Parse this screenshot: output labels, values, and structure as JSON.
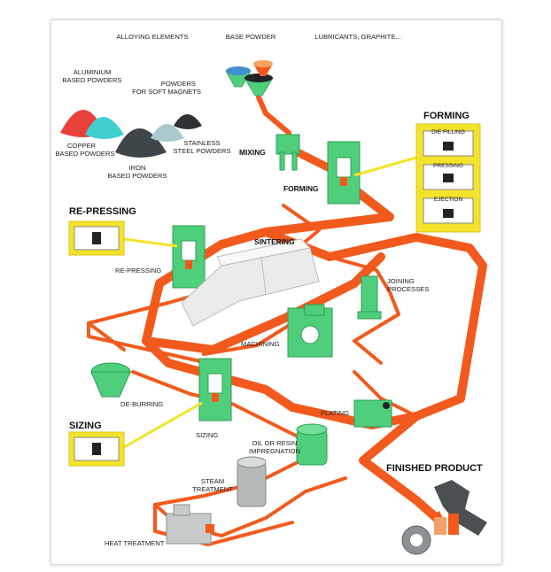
{
  "colors": {
    "flow": "#f25a1d",
    "flow_dark": "#d8440c",
    "machine": "#4fcf7c",
    "machine_dark": "#2f9c55",
    "callout": "#f3e32a",
    "furnace": "#e9ece9"
  },
  "icons": {
    "hopper": "funnel-hopper-icon",
    "press": "press-machine-icon",
    "cone": "powder-cone-icon"
  },
  "labels": {
    "alloying_elements": "ALLOYING ELEMENTS",
    "base_powder": "BASE POWDER",
    "lubricants": "LUBRICANTS, GRAPHITE...",
    "aluminium_1": "ALUMINIUM",
    "aluminium_2": "BASED POWDERS",
    "soft_magnets_1": "POWDERS",
    "soft_magnets_2": "FOR SOFT MAGNETS",
    "copper_1": "COPPER",
    "copper_2": "BASED POWDERS",
    "stainless_1": "STAINLESS",
    "stainless_2": "STEEL POWDERS",
    "iron_1": "IRON",
    "iron_2": "BASED POWDERS",
    "mixing": "MIXING",
    "forming": "FORMING",
    "forming_header": "FORMING",
    "die_filling": "DIE FILLING",
    "pressing": "PRESSING",
    "ejection": "EJECTION",
    "repressing_header": "RE-PRESSING",
    "repressing": "RE-PRESSING",
    "sintering": "SINTERING",
    "joining_1": "JOINING",
    "joining_2": "PROCESSES",
    "machining": "MACHINING",
    "deburring": "DE-BURRING",
    "plating": "PLATING",
    "sizing_header": "SIZING",
    "sizing": "SIZING",
    "oil_resin_1": "OIL OR RESIN",
    "oil_resin_2": "IMPREGNATION",
    "steam_1": "STEAM",
    "steam_2": "TREATMENT",
    "finished_product": "FINISHED PRODUCT",
    "heat_treatment": "HEAT TREATMENT"
  }
}
